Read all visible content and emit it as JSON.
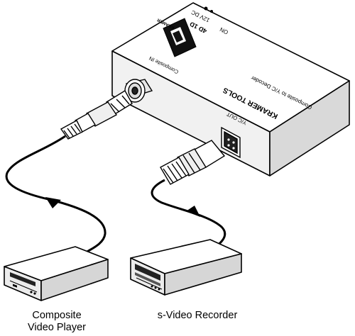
{
  "decoder": {
    "brand_top": "KRAMER TOOLS",
    "product_name": "Composite to Y/C Decoder",
    "model": "4D 1D",
    "power_label": "12V DC",
    "on_label": "ON",
    "input_label": "Composite IN",
    "output_label": "Y/C OUT",
    "logo_text": "KRAMER"
  },
  "devices": {
    "player_line1": "Composite",
    "player_line2": "Video Player",
    "recorder": "s-Video Recorder"
  }
}
